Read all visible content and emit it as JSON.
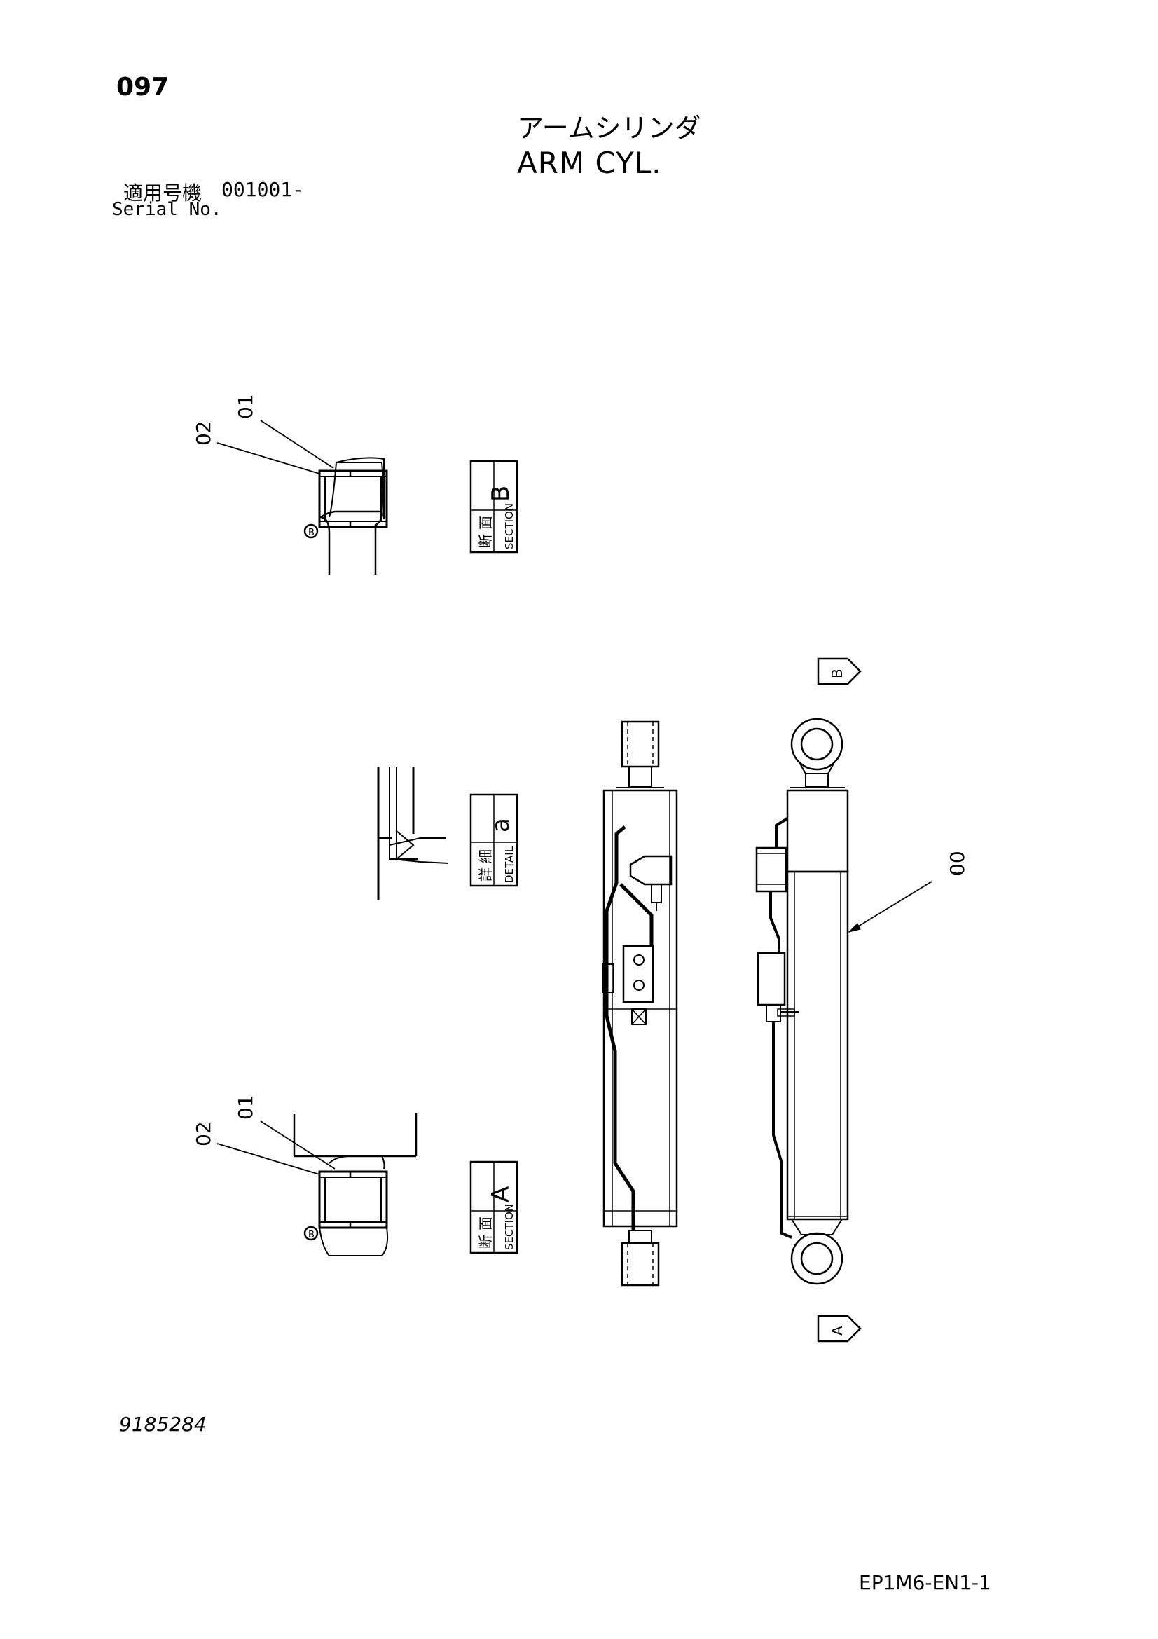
{
  "header": {
    "page_number": "097",
    "title_ja": "アームシリンダ",
    "title_en": "ARM CYL.",
    "serial_label_ja": "適用号機",
    "serial_value": "001001-",
    "serial_label_en": "Serial No."
  },
  "views": {
    "section_b": {
      "kanji_1": "断",
      "kanji_2": "面",
      "sub": "SECTION",
      "letter": "B"
    },
    "detail_a": {
      "kanji_1": "詳",
      "kanji_2": "細",
      "sub": "DETAIL",
      "letter": "a"
    },
    "section_a": {
      "kanji_1": "断",
      "kanji_2": "面",
      "sub": "SECTION",
      "letter": "A"
    }
  },
  "view_arrows": {
    "top": "B",
    "bottom": "A"
  },
  "part_callouts": {
    "bushing": "01",
    "seal": "02",
    "assembly": "00",
    "bolt_mark": "B"
  },
  "footer": {
    "drawing_number": "9185284",
    "document_code": "EP1M6-EN1-1"
  },
  "colors": {
    "ink": "#000000",
    "paper": "#ffffff"
  }
}
